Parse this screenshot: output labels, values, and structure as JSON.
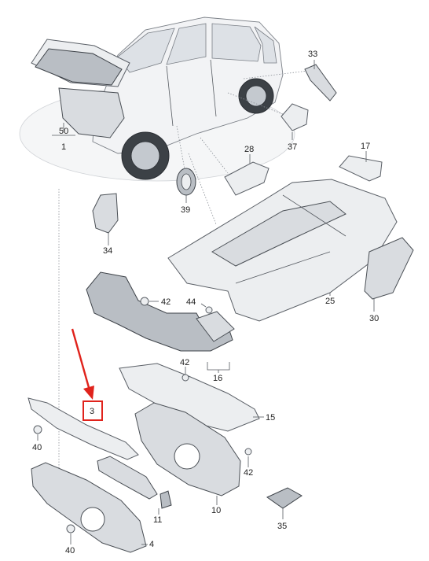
{
  "callouts": {
    "p1": "1",
    "p3": "3",
    "p4": "4",
    "p10": "10",
    "p11": "11",
    "p15": "15",
    "p16": "16",
    "p17": "17",
    "p25": "25",
    "p28": "28",
    "p30": "30",
    "p33": "33",
    "p34": "34",
    "p35": "35",
    "p37": "37",
    "p39": "39",
    "p40a": "40",
    "p40b": "40",
    "p42a": "42",
    "p42b": "42",
    "p42c": "42",
    "p44": "44",
    "p50": "50"
  },
  "highlight": {
    "color": "#e0231c",
    "target": "3"
  }
}
